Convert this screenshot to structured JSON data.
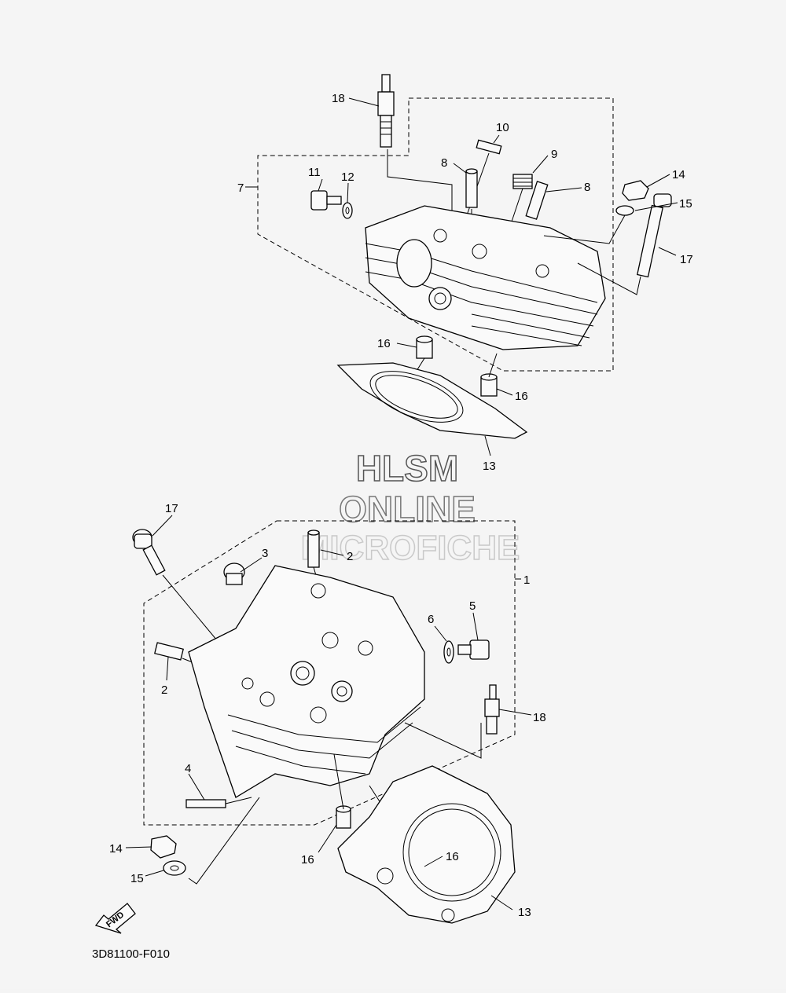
{
  "watermark": {
    "line1": "HLSM",
    "line2": "ONLINE",
    "line3": "MICROFICHE"
  },
  "diagram_code": "3D81100-F010",
  "fwd_label": "FWD",
  "upper_callouts": [
    {
      "id": "u18",
      "text": "18"
    },
    {
      "id": "u10",
      "text": "10"
    },
    {
      "id": "u9",
      "text": "9"
    },
    {
      "id": "u8a",
      "text": "8"
    },
    {
      "id": "u8b",
      "text": "8"
    },
    {
      "id": "u7",
      "text": "7"
    },
    {
      "id": "u11",
      "text": "11"
    },
    {
      "id": "u12",
      "text": "12"
    },
    {
      "id": "u14",
      "text": "14"
    },
    {
      "id": "u15",
      "text": "15"
    },
    {
      "id": "u17",
      "text": "17"
    },
    {
      "id": "u16a",
      "text": "16"
    },
    {
      "id": "u16b",
      "text": "16"
    },
    {
      "id": "u13",
      "text": "13"
    }
  ],
  "lower_callouts": [
    {
      "id": "l17",
      "text": "17"
    },
    {
      "id": "l3",
      "text": "3"
    },
    {
      "id": "l2a",
      "text": "2"
    },
    {
      "id": "l1",
      "text": "1"
    },
    {
      "id": "l5",
      "text": "5"
    },
    {
      "id": "l6",
      "text": "6"
    },
    {
      "id": "l2b",
      "text": "2"
    },
    {
      "id": "l18",
      "text": "18"
    },
    {
      "id": "l4",
      "text": "4"
    },
    {
      "id": "l14",
      "text": "14"
    },
    {
      "id": "l15",
      "text": "15"
    },
    {
      "id": "l16a",
      "text": "16"
    },
    {
      "id": "l16b",
      "text": "16"
    },
    {
      "id": "l13",
      "text": "13"
    }
  ]
}
